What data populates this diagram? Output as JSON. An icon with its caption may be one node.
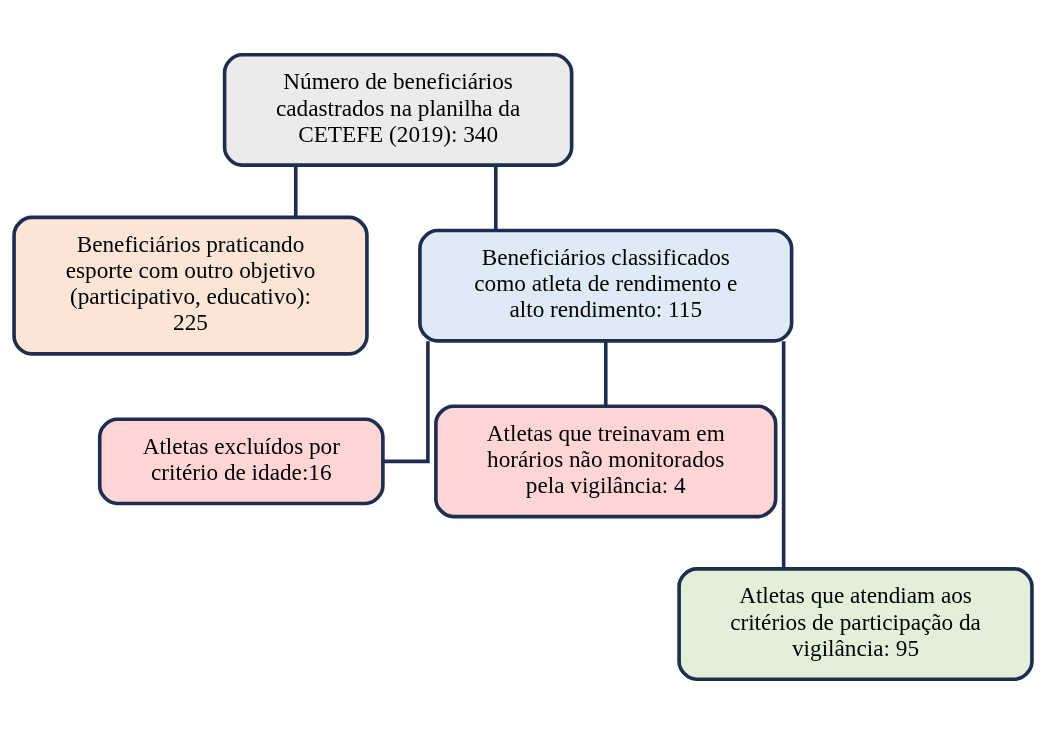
{
  "diagram": {
    "nodes": [
      {
        "text": [
          "Número de beneficiários cadastrados na planilha da CETEFE (2019): 340"
        ]
      },
      {
        "text": [
          "Beneficiários praticando esporte com outro objetivo (participativo, educativo): 225"
        ]
      },
      {
        "text": [
          "Beneficiários classificados como atleta de rendimento e alto rendimento: 115"
        ]
      },
      {
        "text": [
          "Atletas excluídos por critério de idade:16"
        ]
      },
      {
        "text": [
          "Atletas que treinavam em horários não monitorados pela vigilância: 4"
        ]
      },
      {
        "text": [
          "Atletas que atendiam aos critérios de participação da vigilância: 95"
        ]
      }
    ],
    "edges": [
      {
        "from": 0,
        "to": 1,
        "arrow": "none"
      },
      {
        "from": 0,
        "to": 2,
        "arrow": "none"
      },
      {
        "from": 2,
        "to": 3,
        "arrow": "none"
      },
      {
        "from": 2,
        "to": 4,
        "arrow": "none"
      },
      {
        "from": 2,
        "to": 5,
        "arrow": "none"
      }
    ]
  }
}
